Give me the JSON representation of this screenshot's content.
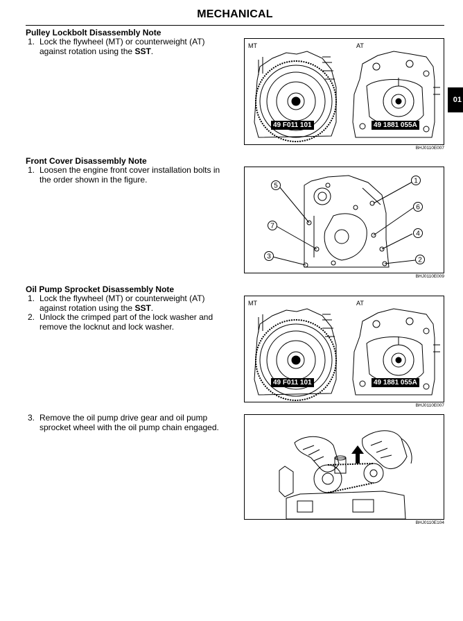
{
  "header": {
    "title": "MECHANICAL"
  },
  "tab": {
    "label": "01"
  },
  "sections": [
    {
      "title": "Pulley Lockbolt Disassembly Note",
      "steps": [
        {
          "num": "1.",
          "text_before": "Lock the flywheel (MT) or counterweight (AT) against rotation using the ",
          "text_bold": "SST",
          "text_after": "."
        }
      ],
      "figure": {
        "mt_label": "MT",
        "at_label": "AT",
        "sst_mt": "49 F011 101",
        "sst_at": "49 1881 055A",
        "code": "BHJ0110E007"
      }
    },
    {
      "title": "Front Cover Disassembly Note",
      "steps": [
        {
          "num": "1.",
          "text": "Loosen the engine front cover installation bolts in the order shown in the figure."
        }
      ],
      "figure": {
        "code": "BHJ0110E009",
        "callouts": [
          "1",
          "2",
          "3",
          "4",
          "5",
          "6",
          "7"
        ]
      }
    },
    {
      "title": "Oil Pump Sprocket Disassembly Note",
      "steps": [
        {
          "num": "1.",
          "text_before": "Lock the flywheel (MT) or counterweight (AT) against rotation using the ",
          "text_bold": "SST",
          "text_after": "."
        },
        {
          "num": "2.",
          "text": "Unlock the crimped part of the lock washer and remove the locknut and lock washer."
        },
        {
          "num": "3.",
          "text": "Remove the oil pump drive gear and oil pump sprocket wheel with the oil pump chain engaged."
        }
      ],
      "figure": {
        "mt_label": "MT",
        "at_label": "AT",
        "sst_mt": "49 F011 101",
        "sst_at": "49 1881 055A",
        "code": "BHJ0110E007"
      },
      "figure2": {
        "code": "BHJ0110E104"
      }
    }
  ]
}
